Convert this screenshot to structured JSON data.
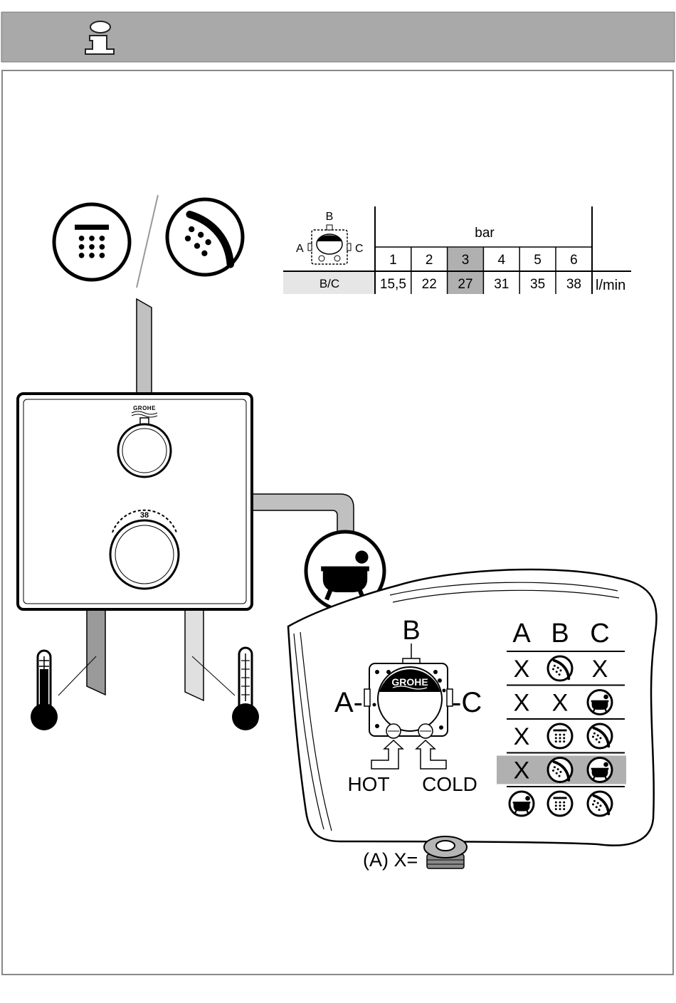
{
  "flow_table": {
    "key_letters": {
      "a": "A",
      "b": "B",
      "c": "C"
    },
    "unit_pressure": "bar",
    "pressures": [
      "1",
      "2",
      "3",
      "4",
      "5",
      "6"
    ],
    "highlighted_index": 2,
    "row_label": "B/C",
    "flows": [
      "15,5",
      "22",
      "27",
      "31",
      "35",
      "38"
    ],
    "unit_flow": "l/min"
  },
  "brand": "GROHE",
  "temperature_mark": "38",
  "diverter": {
    "port_b": "B",
    "port_a": "A-",
    "port_c": "-C",
    "hot_label": "HOT",
    "cold_label": "COLD"
  },
  "combo_table": {
    "headers": [
      "A",
      "B",
      "C"
    ],
    "highlighted_row": 3,
    "rows": [
      [
        "X",
        "hand-shower-icon",
        "X"
      ],
      [
        "X",
        "X",
        "bathtub-icon"
      ],
      [
        "X",
        "head-shower-icon",
        "hand-shower-icon"
      ],
      [
        "X",
        "hand-shower-icon",
        "bathtub-icon"
      ],
      [
        "bathtub-icon",
        "head-shower-icon",
        "hand-shower-icon"
      ]
    ]
  },
  "plug_note": "(A) X=",
  "colors": {
    "header_bar": "#a9a9a9",
    "pipe": "#c0c0c0",
    "highlight": "#b0b0b0",
    "row_shade": "#e6e6e6"
  }
}
